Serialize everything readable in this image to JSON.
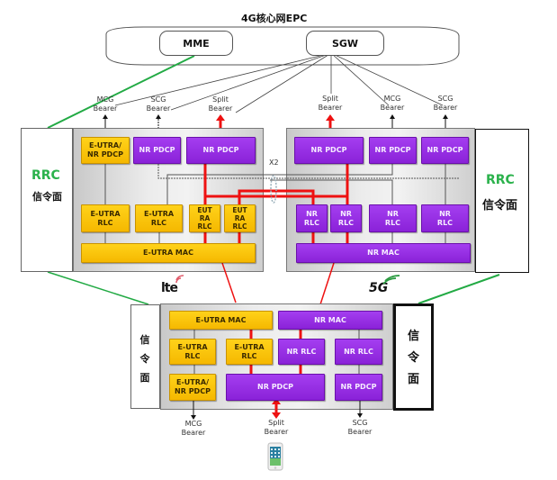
{
  "core": {
    "title": "4G核心网EPC",
    "mme": "MME",
    "sgw": "SGW"
  },
  "enb": {
    "rrc": "RRC",
    "signaling": "信令面",
    "bearers": {
      "mcg": [
        "MCG",
        "Bearer"
      ],
      "scg": [
        "SCG",
        "Bearer"
      ],
      "split": [
        "Split",
        "Bearer"
      ]
    },
    "pdcp": [
      "E-UTRA/\nNR PDCP",
      "NR PDCP",
      "NR PDCP"
    ],
    "rlc": [
      "E-UTRA\nRLC",
      "E-UTRA\nRLC",
      "EUT\nRA\nRLC",
      "EUT\nRA\nRLC"
    ],
    "mac": "E-UTRA MAC",
    "logo": "lte"
  },
  "gnb": {
    "rrc": "RRC",
    "signaling": "信令面",
    "bearers": {
      "split": [
        "Split",
        "Bearer"
      ],
      "mcg": [
        "MCG",
        "Bearer"
      ],
      "scg": [
        "SCG",
        "Bearer"
      ]
    },
    "pdcp": [
      "NR PDCP",
      "NR PDCP",
      "NR PDCP"
    ],
    "rlc": [
      "NR\nRLC",
      "NR\nRLC",
      "NR\nRLC",
      "NR\nRLC"
    ],
    "mac": "NR MAC",
    "logo": "5G"
  },
  "x2_label": "X2",
  "ue": {
    "left_signaling": [
      "信",
      "令",
      "面"
    ],
    "right_signaling": [
      "信",
      "令",
      "面"
    ],
    "eutra_mac": "E-UTRA MAC",
    "nr_mac": "NR MAC",
    "eutra_rlc": [
      "E-UTRA\nRLC",
      "E-UTRA\nRLC"
    ],
    "nr_rlc": [
      "NR RLC",
      "NR RLC"
    ],
    "eutra_nr_pdcp": "E-UTRA/\nNR PDCP",
    "nr_pdcp_split": "NR PDCP",
    "nr_pdcp_scg": "NR PDCP",
    "bearers": {
      "mcg": [
        "MCG",
        "Bearer"
      ],
      "split": [
        "Split",
        "Bearer"
      ],
      "scg": [
        "SCG",
        "Bearer"
      ]
    },
    "device_icon": "smartphone-icon"
  },
  "colors": {
    "lte_yellow": "#ffc90e",
    "nr_purple": "#9b30e8",
    "split_red": "#ee1111",
    "rrc_green": "#2bb24c",
    "signal_line_green": "#22aa44"
  }
}
